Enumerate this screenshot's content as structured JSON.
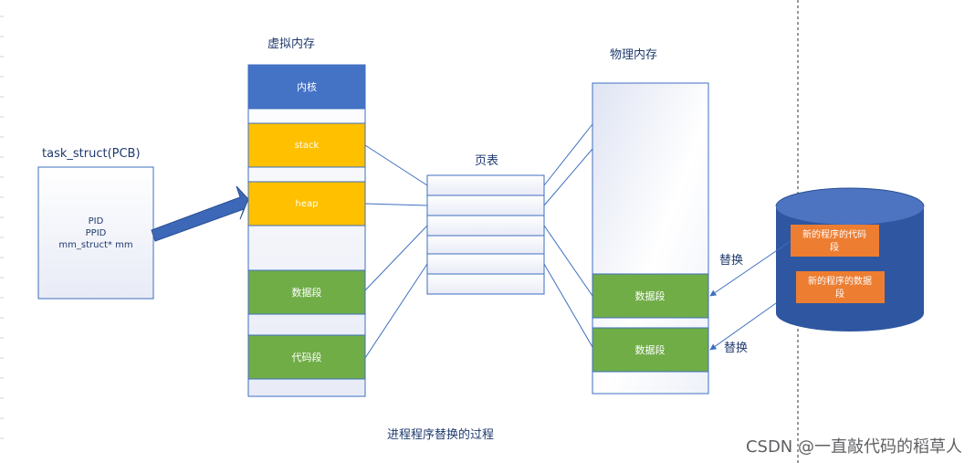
{
  "virtual_memory": {
    "title": "虚拟内存",
    "kernel": "内核",
    "stack": "stack",
    "heap": "heap",
    "data_segment": "数据段",
    "code_segment": "代码段"
  },
  "pcb": {
    "title": "task_struct(PCB)",
    "lines": [
      "PID",
      "PPID",
      "mm_struct* mm"
    ]
  },
  "page_table": {
    "title": "页表"
  },
  "physical_memory": {
    "title": "物理内存",
    "segment_upper": "数据段",
    "segment_lower": "数据段"
  },
  "disk": {
    "new_code_segment": "新的程序的代码段",
    "new_data_segment": "新的程序的数据段"
  },
  "replace_labels": {
    "upper": "替换",
    "lower": "替换"
  },
  "caption": "进程程序替换的过程",
  "watermark": "CSDN @一直敲代码的稻草人",
  "colors": {
    "kernel": "#4472c4",
    "stack_heap": "#ffc000",
    "segments": "#70ad47",
    "disk_body": "#2f56a0",
    "disk_label": "#ed7d31",
    "arrow": "#3d68b8",
    "line": "#3e6fc0"
  }
}
